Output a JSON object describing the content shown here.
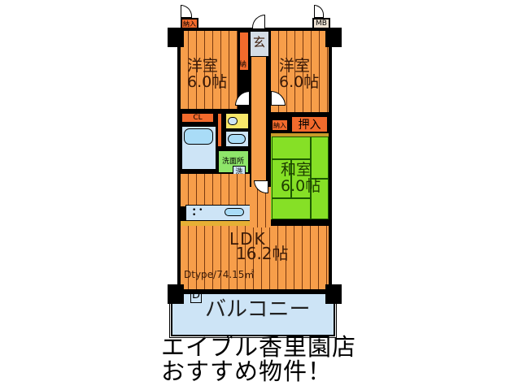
{
  "floor_plan": {
    "rooms": {
      "western_room_left": {
        "name": "洋室",
        "size": "6.0帖"
      },
      "western_room_right": {
        "name": "洋室",
        "size": "6.0帖"
      },
      "japanese_room": {
        "name": "和室",
        "size": "6.0帖"
      },
      "ldk": {
        "name": "LDK",
        "size": "16.2帖"
      },
      "entrance": {
        "name": "玄"
      },
      "washroom": {
        "name": "洗面所"
      },
      "washer": {
        "name": "洗"
      },
      "balcony": {
        "name": "バルコニー"
      }
    },
    "storage": {
      "top_left_closet": "納入",
      "meter_box": "MB",
      "shoe_closet": "納",
      "closet_cl": "CL",
      "small_closet": "納入",
      "oshiire": "押入"
    },
    "area_label": "Dtype/74.15㎡",
    "d_marker": "D"
  },
  "caption": {
    "line1": "エイブル香里園店",
    "line2": "おすすめ物件！"
  },
  "colors": {
    "floor": "#f79e4a",
    "tatami": "#86e026",
    "wet_area": "#cde4f6",
    "storage": "#f26a2c",
    "toilet": "#f8e86a",
    "washroom": "#8ee66a"
  }
}
